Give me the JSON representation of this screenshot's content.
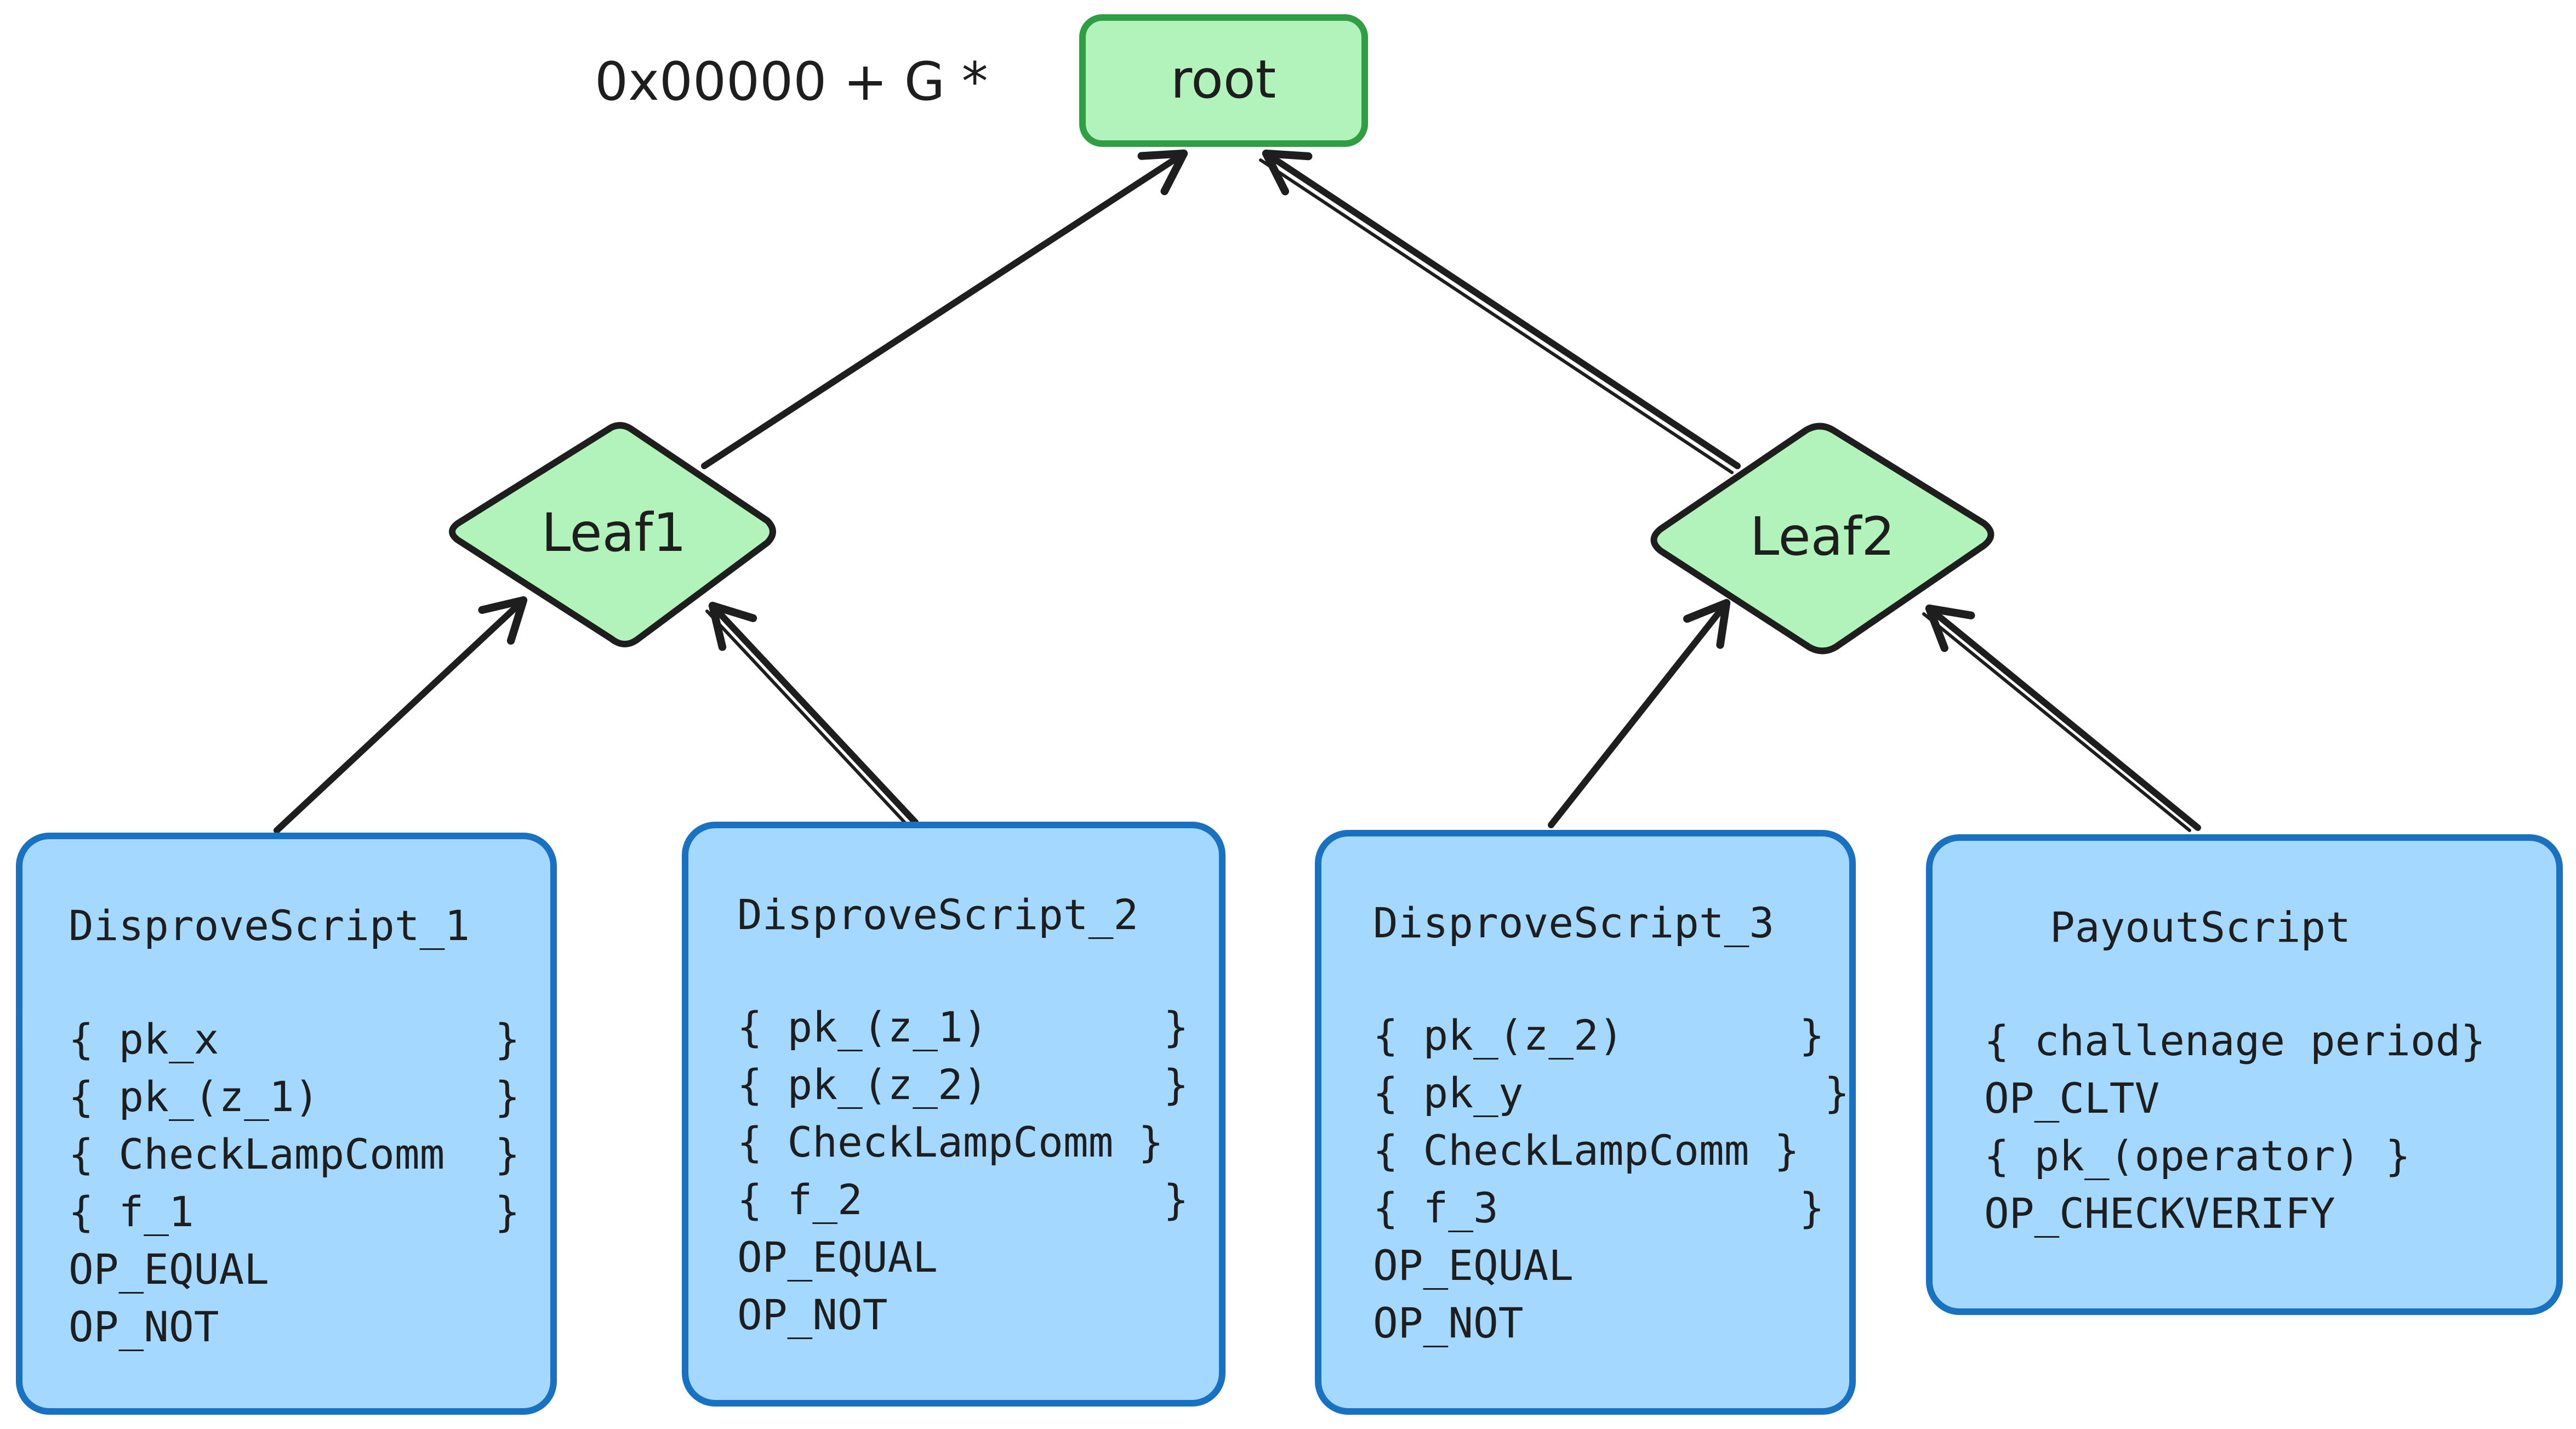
{
  "colors": {
    "green_fill": "#b2f2bb",
    "green_stroke": "#2f9e44",
    "blue_fill": "#a5d8ff",
    "blue_stroke": "#1971c2",
    "ink": "#1e1e1e"
  },
  "root": {
    "label": "root",
    "formula": "0x00000 + G *"
  },
  "leaves": [
    {
      "label": "Leaf1"
    },
    {
      "label": "Leaf2"
    }
  ],
  "scripts": [
    {
      "title": "DisproveScript_1",
      "lines": [
        "{ pk_x           }",
        "{ pk_(z_1)       }",
        "{ CheckLampComm  }",
        "{ f_1            }",
        "OP_EQUAL",
        "OP_NOT"
      ]
    },
    {
      "title": "DisproveScript_2",
      "lines": [
        "{ pk_(z_1)       }",
        "{ pk_(z_2)       }",
        "{ CheckLampComm }",
        "{ f_2            }",
        "OP_EQUAL",
        "OP_NOT"
      ]
    },
    {
      "title": "DisproveScript_3",
      "lines": [
        "{ pk_(z_2)       }",
        "{ pk_y            }",
        "{ CheckLampComm }",
        "{ f_3            }",
        "OP_EQUAL",
        "OP_NOT"
      ]
    },
    {
      "title": "PayoutScript",
      "lines": [
        "{ challenage period}",
        "OP_CLTV",
        "{ pk_(operator) }",
        "OP_CHECKVERIFY"
      ]
    }
  ]
}
